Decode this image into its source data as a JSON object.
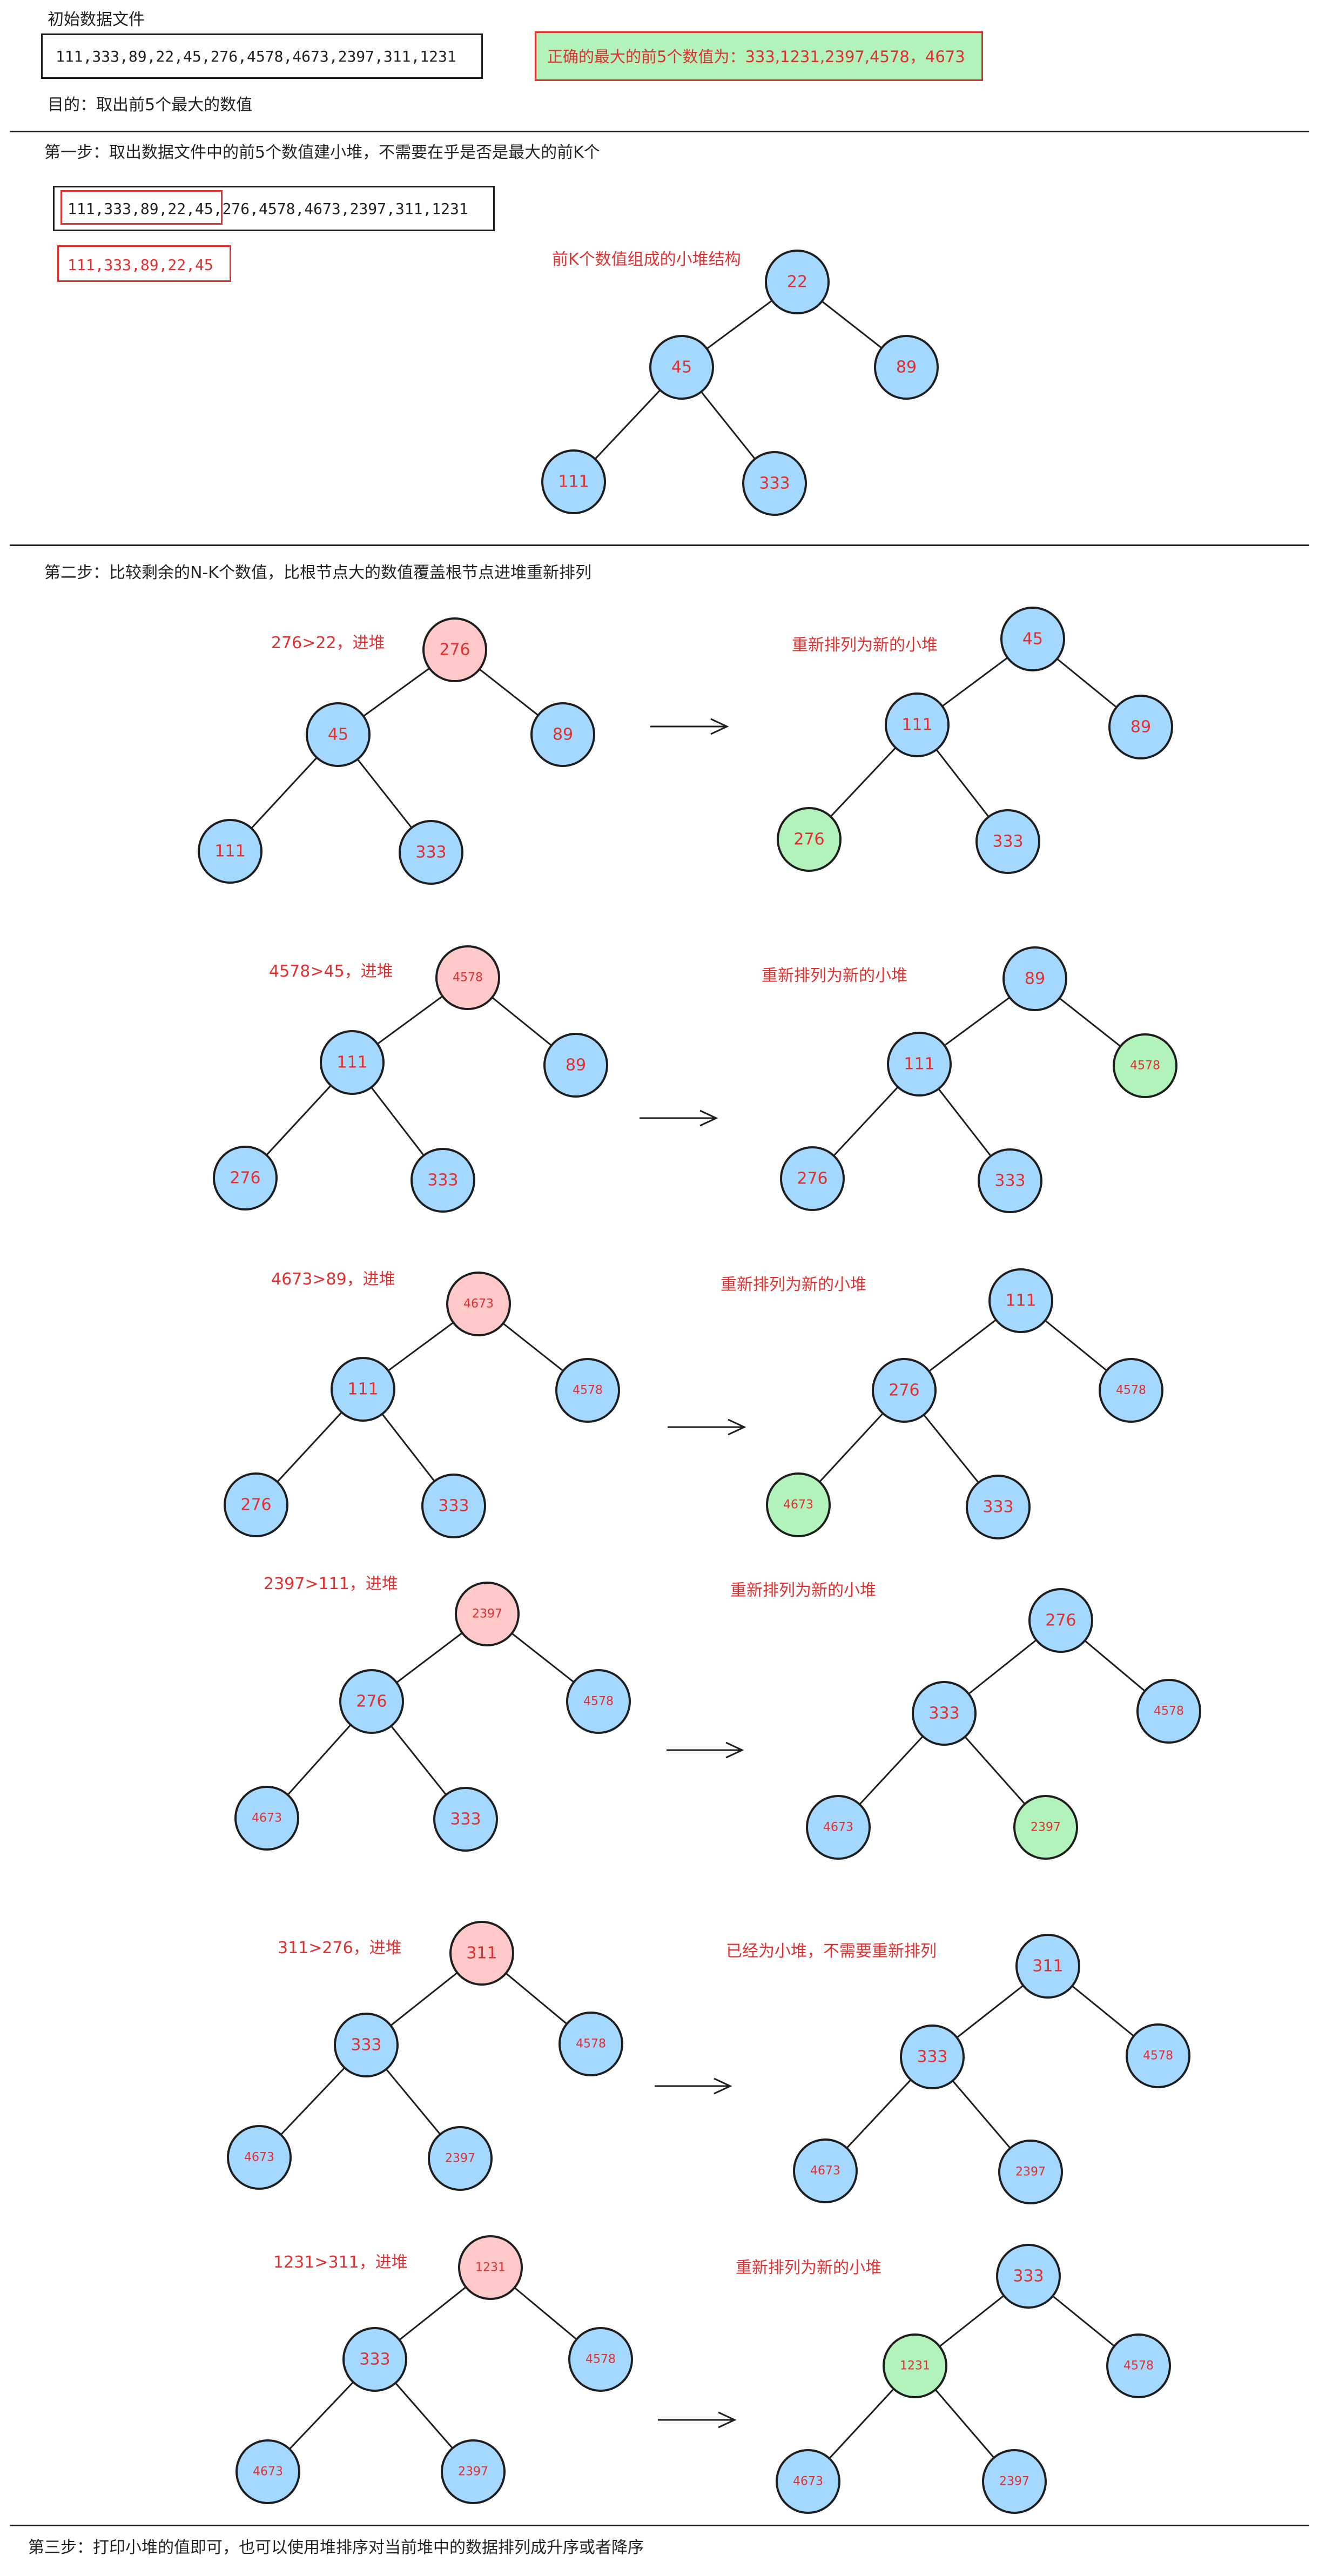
{
  "header": {
    "initial_label": "初始数据文件",
    "initial_data": "111,333,89,22,45,276,4578,4673,2397,311,1231",
    "correct_answer": "正确的最大的前5个数值为：333,1231,2397,4578，4673",
    "goal": "目的：取出前5个最大的数值"
  },
  "step1": {
    "title": "第一步：取出数据文件中的前5个数值建小堆，不需要在乎是否是最大的前K个",
    "data_first": "111,333,89,22,45",
    "data_rest": ",276,4578,4673,2397,311,1231",
    "picked": "111,333,89,22,45",
    "heap_label": "前K个数值组成的小堆结构"
  },
  "step2": {
    "title": "第二步：比较剩余的N-K个数值，比根节点大的数值覆盖根节点进堆重新排列"
  },
  "step3": {
    "title": "第三步：打印小堆的值即可，也可以使用堆排序对当前堆中的数据排列成升序或者降序"
  },
  "colors": {
    "node_blue": "#a5d8ff",
    "node_red": "#ffc9c9",
    "node_green": "#b2f2bb",
    "text_red": "#e03131",
    "stroke": "#1e1e1e"
  },
  "trees": [
    {
      "id": "initial-heap",
      "nodes": [
        {
          "v": "22",
          "c": "blue"
        },
        {
          "v": "45",
          "c": "blue"
        },
        {
          "v": "89",
          "c": "blue"
        },
        {
          "v": "111",
          "c": "blue"
        },
        {
          "v": "333",
          "c": "blue"
        }
      ]
    },
    {
      "id": "row1-before",
      "nodes": [
        {
          "v": "276",
          "c": "red"
        },
        {
          "v": "45",
          "c": "blue"
        },
        {
          "v": "89",
          "c": "blue"
        },
        {
          "v": "111",
          "c": "blue"
        },
        {
          "v": "333",
          "c": "blue"
        }
      ]
    },
    {
      "id": "row1-after",
      "nodes": [
        {
          "v": "45",
          "c": "blue"
        },
        {
          "v": "111",
          "c": "blue"
        },
        {
          "v": "89",
          "c": "blue"
        },
        {
          "v": "276",
          "c": "green"
        },
        {
          "v": "333",
          "c": "blue"
        }
      ]
    },
    {
      "id": "row2-before",
      "nodes": [
        {
          "v": "4578",
          "c": "red"
        },
        {
          "v": "111",
          "c": "blue"
        },
        {
          "v": "89",
          "c": "blue"
        },
        {
          "v": "276",
          "c": "blue"
        },
        {
          "v": "333",
          "c": "blue"
        }
      ]
    },
    {
      "id": "row2-after",
      "nodes": [
        {
          "v": "89",
          "c": "blue"
        },
        {
          "v": "111",
          "c": "blue"
        },
        {
          "v": "4578",
          "c": "green"
        },
        {
          "v": "276",
          "c": "blue"
        },
        {
          "v": "333",
          "c": "blue"
        }
      ]
    },
    {
      "id": "row3-before",
      "nodes": [
        {
          "v": "4673",
          "c": "red"
        },
        {
          "v": "111",
          "c": "blue"
        },
        {
          "v": "4578",
          "c": "blue"
        },
        {
          "v": "276",
          "c": "blue"
        },
        {
          "v": "333",
          "c": "blue"
        }
      ]
    },
    {
      "id": "row3-after",
      "nodes": [
        {
          "v": "111",
          "c": "blue"
        },
        {
          "v": "276",
          "c": "blue"
        },
        {
          "v": "4578",
          "c": "blue"
        },
        {
          "v": "4673",
          "c": "green"
        },
        {
          "v": "333",
          "c": "blue"
        }
      ]
    },
    {
      "id": "row4-before",
      "nodes": [
        {
          "v": "2397",
          "c": "red"
        },
        {
          "v": "276",
          "c": "blue"
        },
        {
          "v": "4578",
          "c": "blue"
        },
        {
          "v": "4673",
          "c": "blue"
        },
        {
          "v": "333",
          "c": "blue"
        }
      ]
    },
    {
      "id": "row4-after",
      "nodes": [
        {
          "v": "276",
          "c": "blue"
        },
        {
          "v": "333",
          "c": "blue"
        },
        {
          "v": "4578",
          "c": "blue"
        },
        {
          "v": "4673",
          "c": "blue"
        },
        {
          "v": "2397",
          "c": "green"
        }
      ]
    },
    {
      "id": "row5-before",
      "nodes": [
        {
          "v": "311",
          "c": "red"
        },
        {
          "v": "333",
          "c": "blue"
        },
        {
          "v": "4578",
          "c": "blue"
        },
        {
          "v": "4673",
          "c": "blue"
        },
        {
          "v": "2397",
          "c": "blue"
        }
      ]
    },
    {
      "id": "row5-after",
      "nodes": [
        {
          "v": "311",
          "c": "blue"
        },
        {
          "v": "333",
          "c": "blue"
        },
        {
          "v": "4578",
          "c": "blue"
        },
        {
          "v": "4673",
          "c": "blue"
        },
        {
          "v": "2397",
          "c": "blue"
        }
      ]
    },
    {
      "id": "row6-before",
      "nodes": [
        {
          "v": "1231",
          "c": "red"
        },
        {
          "v": "333",
          "c": "blue"
        },
        {
          "v": "4578",
          "c": "blue"
        },
        {
          "v": "4673",
          "c": "blue"
        },
        {
          "v": "2397",
          "c": "blue"
        }
      ]
    },
    {
      "id": "row6-after",
      "nodes": [
        {
          "v": "333",
          "c": "blue"
        },
        {
          "v": "1231",
          "c": "green"
        },
        {
          "v": "4578",
          "c": "blue"
        },
        {
          "v": "4673",
          "c": "blue"
        },
        {
          "v": "2397",
          "c": "blue"
        }
      ]
    }
  ],
  "rows": [
    {
      "condition": "276>22，进堆",
      "result": "重新排列为新的小堆"
    },
    {
      "condition": "4578>45，进堆",
      "result": "重新排列为新的小堆"
    },
    {
      "condition": "4673>89，进堆",
      "result": "重新排列为新的小堆"
    },
    {
      "condition": "2397>111，进堆",
      "result": "重新排列为新的小堆"
    },
    {
      "condition": "311>276，进堆",
      "result": "已经为小堆，不需要重新排列"
    },
    {
      "condition": "1231>311，进堆",
      "result": "重新排列为新的小堆"
    }
  ]
}
